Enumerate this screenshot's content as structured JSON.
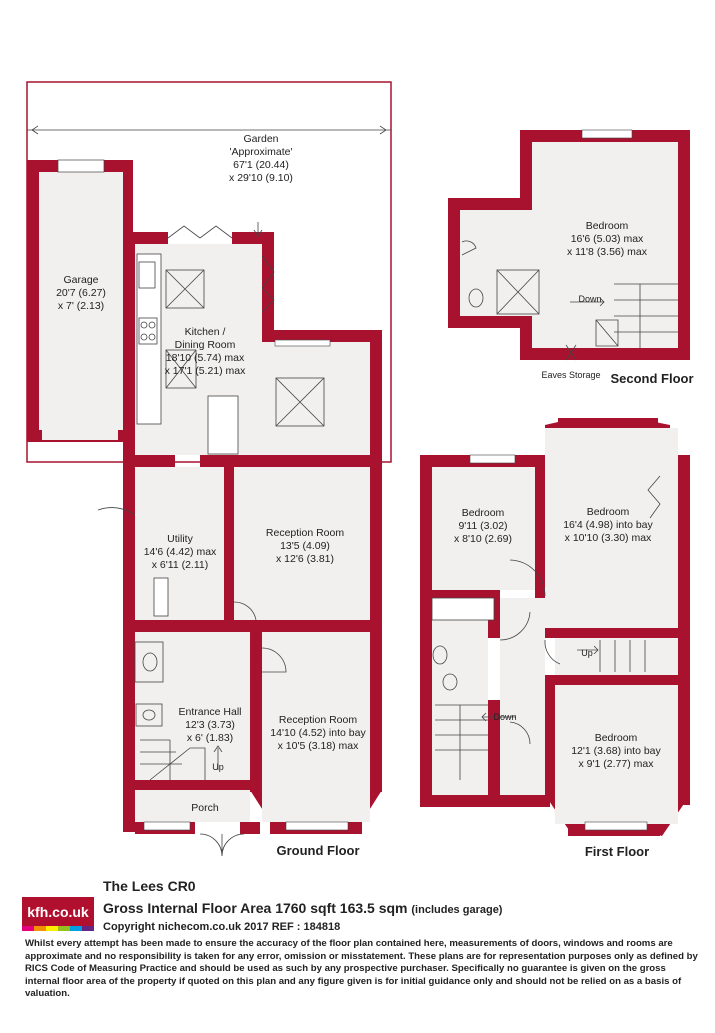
{
  "colors": {
    "wall": "#a8122f",
    "floor": "#f1f0ef",
    "text": "#222222",
    "logo": "#b0102e"
  },
  "logo": {
    "text": "kfh.co.uk",
    "stripe_colors": [
      "#e6007e",
      "#f39200",
      "#ffed00",
      "#95c11f",
      "#009fe3",
      "#662483"
    ]
  },
  "ground_floor": {
    "title": "Ground Floor",
    "garden": {
      "name": "Garden",
      "line2": "'Approximate'",
      "line3": "67'1 (20.44)",
      "line4": "x 29'10 (9.10)"
    },
    "garage": {
      "name": "Garage",
      "line2": "20'7 (6.27)",
      "line3": "x 7' (2.13)"
    },
    "kitchen": {
      "name": "Kitchen /",
      "line2": "Dining Room",
      "line3": "18'10 (5.74) max",
      "line4": "x 17'1 (5.21) max"
    },
    "utility": {
      "name": "Utility",
      "line2": "14'6 (4.42) max",
      "line3": "x 6'11 (2.11)"
    },
    "reception1": {
      "name": "Reception Room",
      "line2": "13'5 (4.09)",
      "line3": "x 12'6 (3.81)"
    },
    "reception2": {
      "name": "Reception Room",
      "line2": "14'10 (4.52) into bay",
      "line3": "x 10'5 (3.18) max"
    },
    "hall": {
      "name": "Entrance Hall",
      "line2": "12'3 (3.73)",
      "line3": "x 6' (1.83)"
    },
    "porch": {
      "name": "Porch"
    },
    "stairs_label": "Up"
  },
  "first_floor": {
    "title": "First Floor",
    "bedroom1": {
      "name": "Bedroom",
      "line2": "9'11 (3.02)",
      "line3": "x 8'10 (2.69)"
    },
    "bedroom2": {
      "name": "Bedroom",
      "line2": "16'4 (4.98) into bay",
      "line3": "x 10'10 (3.30) max"
    },
    "bedroom3": {
      "name": "Bedroom",
      "line2": "12'1 (3.68) into bay",
      "line3": "x 9'1 (2.77) max"
    },
    "up_label": "Up",
    "down_label": "Down"
  },
  "second_floor": {
    "title": "Second Floor",
    "bedroom": {
      "name": "Bedroom",
      "line2": "16'6 (5.03) max",
      "line3": "x 11'8 (3.56) max"
    },
    "down_label": "Down",
    "eaves": "Eaves Storage"
  },
  "footer": {
    "property": "The Lees CR0",
    "area": "Gross Internal Floor Area 1760 sqft 163.5 sqm",
    "area_note": "(includes garage)",
    "copyright": "Copyright nichecom.co.uk 2017 REF : 184818",
    "disclaimer": "Whilst every attempt has been made to ensure the accuracy of the floor plan contained here, measurements of doors, windows and rooms are approximate and no responsibility is taken for any error, omission or misstatement. These plans are for representation purposes only as defined by RICS Code of Measuring Practice and should be used as such by any prospective purchaser. Specifically no guarantee is given on the gross internal floor area of the property if quoted on this plan and any figure given is for initial guidance only and should not be relied on as a basis of valuation."
  }
}
